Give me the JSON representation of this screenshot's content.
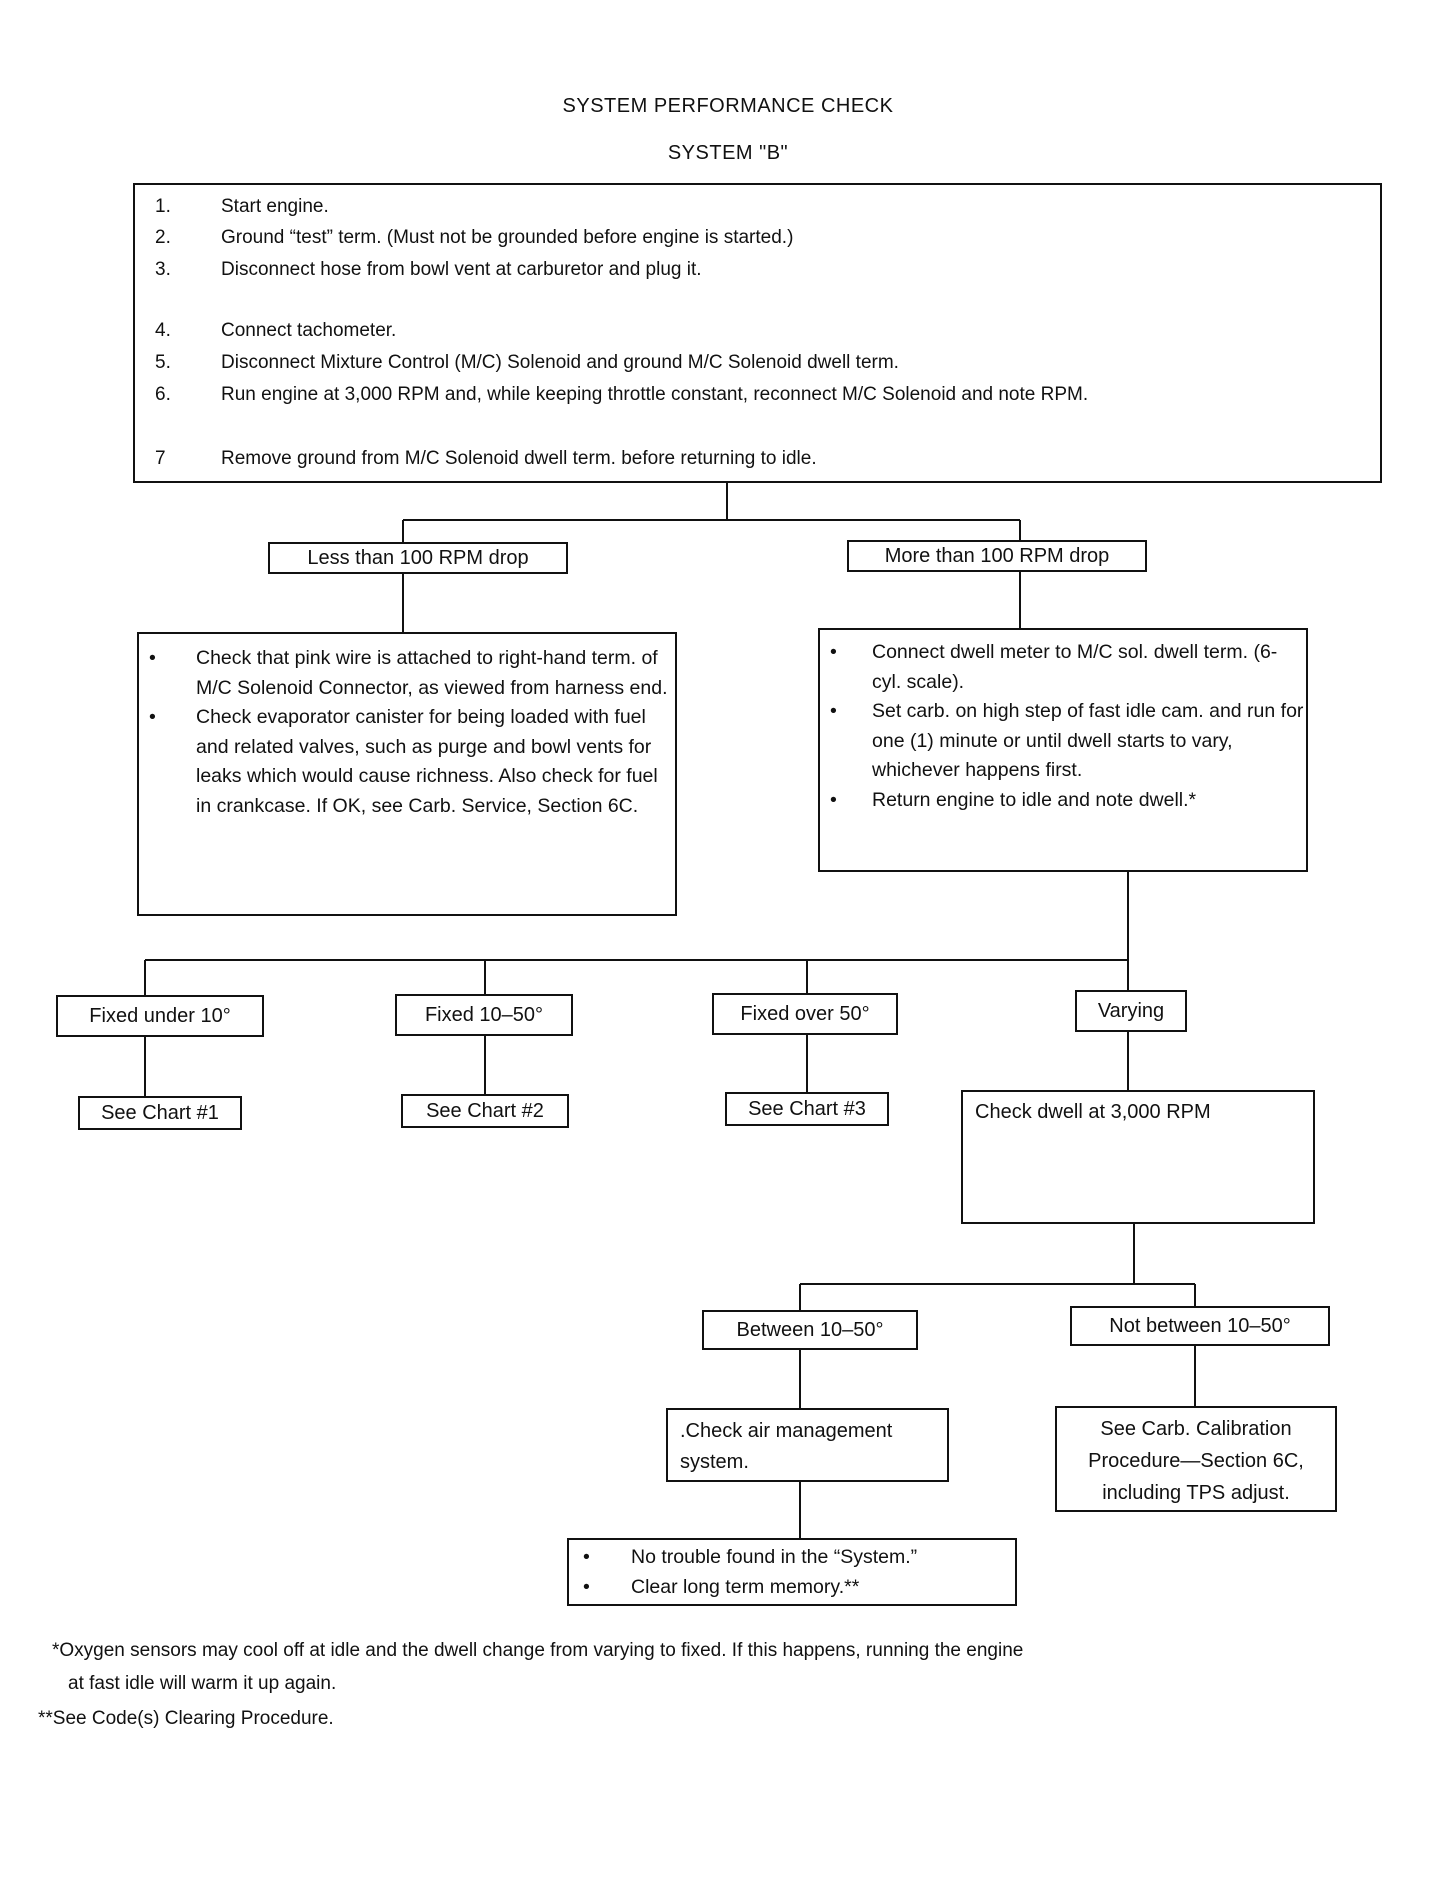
{
  "title": "SYSTEM PERFORMANCE CHECK",
  "subtitle": "SYSTEM \"B\"",
  "steps": [
    {
      "num": "1.",
      "text": "Start engine."
    },
    {
      "num": "2.",
      "text": "Ground “test” term.  (Must not be grounded before engine is started.)"
    },
    {
      "num": "3.",
      "text": "Disconnect hose  from  bowl  vent  at  carburetor  and  plug  it."
    },
    {
      "num": "4.",
      "text": "Connect tachometer."
    },
    {
      "num": "5.",
      "text": "Disconnect Mixture Control (M/C) Solenoid and ground M/C Solenoid dwell term."
    },
    {
      "num": "6.",
      "text": "Run engine at 3,000 RPM and, while keeping throttle constant, reconnect M/C Solenoid and note RPM."
    },
    {
      "num": "7",
      "text": "Remove ground from M/C Solenoid dwell term. before returning to idle."
    }
  ],
  "branches": {
    "less": "Less than 100 RPM drop",
    "more": "More than 100 RPM drop"
  },
  "less_box": [
    "Check that pink wire is attached to right-hand term. of M/C Solenoid Connector, as viewed from harness end.",
    "Check evaporator canister for being loaded with fuel and related valves, such as purge and bowl vents for leaks which would cause richness. Also check for fuel in crankcase. If OK, see Carb.            Service, Section 6C."
  ],
  "more_box": [
    "Connect dwell meter to M/C sol. dwell term. (6-cyl. scale).",
    "Set carb. on high step of fast idle cam. and run for one (1) minute or until dwell starts to vary, whichever happens first.",
    "Return engine to idle and note dwell.*"
  ],
  "dwell": {
    "under": "Fixed under 10°",
    "mid": "Fixed 10–50°",
    "over": "Fixed over 50°",
    "varying": "Varying"
  },
  "charts": {
    "c1": "See Chart #1",
    "c2": "See Chart #2",
    "c3": "See Chart #3"
  },
  "check_3000": "Check dwell at 3,000 RPM",
  "result": {
    "between": "Between 10–50°",
    "not_between": "Not between 10–50°"
  },
  "air_mgmt": ".Check air management system.",
  "carb_cal": "See Carb. Calibration Procedure—Section 6C, including TPS adjust.",
  "final_box": [
    "No trouble found in the “System.”",
    "Clear long term memory.**"
  ],
  "bullet": "•",
  "footnotes": {
    "f1a": "*Oxygen sensors may cool off at idle and the dwell change from varying to fixed. If this happens, running the engine",
    "f1b": "at fast idle will warm it up again.",
    "f2": "**See Code(s) Clearing Procedure."
  }
}
